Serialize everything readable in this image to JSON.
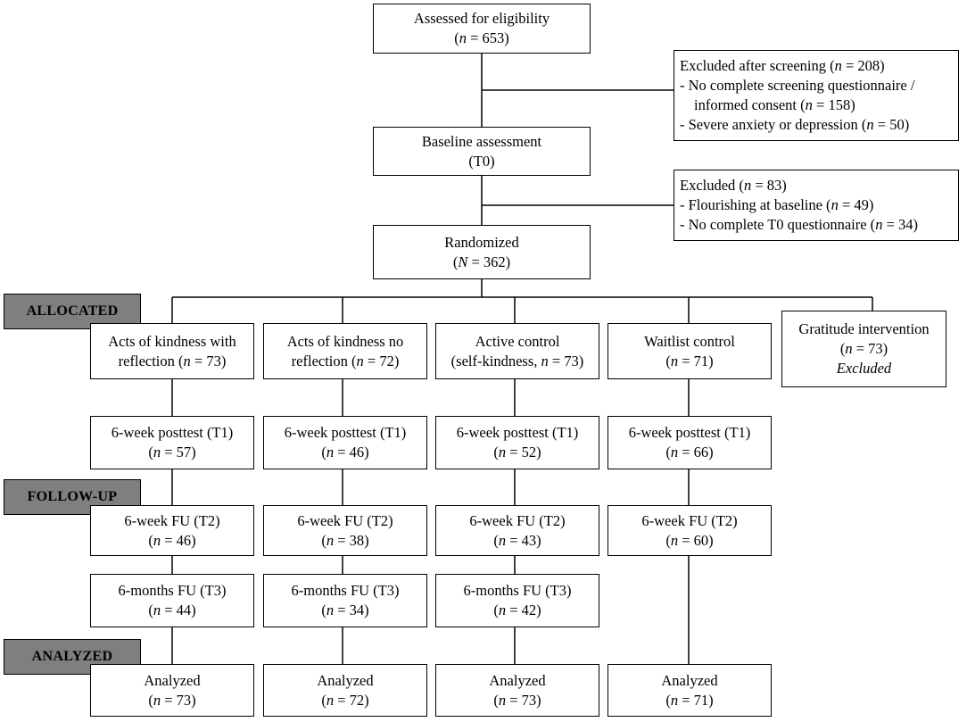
{
  "assessed": {
    "label": "Assessed for eligibility",
    "count": "(n = 653)"
  },
  "excluded_screening": {
    "title": "Excluded after screening (n = 208)",
    "reason_1a": "- No complete screening questionnaire /",
    "reason_1b": "informed consent (n = 158)",
    "reason_2": "- Severe anxiety or depression (n = 50)"
  },
  "baseline": {
    "label": "Baseline assessment",
    "sub": "(T0)"
  },
  "excluded_baseline": {
    "title": "Excluded  (n = 83)",
    "reason_1": "- Flourishing at baseline (n = 49)",
    "reason_2": "- No complete T0 questionnaire (n = 34)"
  },
  "randomized": {
    "label": "Randomized",
    "count": "(N = 362)"
  },
  "stages": {
    "allocated": "ALLOCATED",
    "followup": "FOLLOW-UP",
    "analyzed": "ANALYZED"
  },
  "groups": [
    {
      "alloc1": "Acts of kindness with",
      "alloc2": "reflection (n = 73)",
      "t1": "6-week posttest (T1)",
      "t1n": "(n = 57)",
      "t2": "6-week FU (T2)",
      "t2n": "(n = 46)",
      "t3": "6-months FU (T3)",
      "t3n": "(n = 44)",
      "an": "Analyzed",
      "ann": "(n = 73)"
    },
    {
      "alloc1": "Acts of kindness no",
      "alloc2": "reflection (n = 72)",
      "t1": "6-week posttest (T1)",
      "t1n": "(n = 46)",
      "t2": "6-week FU (T2)",
      "t2n": "(n = 38)",
      "t3": "6-months FU (T3)",
      "t3n": "(n = 34)",
      "an": "Analyzed",
      "ann": "(n = 72)"
    },
    {
      "alloc1": "Active control",
      "alloc2": "(self-kindness, n = 73)",
      "t1": "6-week posttest (T1)",
      "t1n": "(n = 52)",
      "t2": "6-week FU (T2)",
      "t2n": "(n = 43)",
      "t3": "6-months FU (T3)",
      "t3n": "(n = 42)",
      "an": "Analyzed",
      "ann": "(n = 73)"
    },
    {
      "alloc1": "Waitlist control",
      "alloc2": "(n = 71)",
      "t1": "6-week posttest (T1)",
      "t1n": "(n = 66)",
      "t2": "6-week FU (T2)",
      "t2n": "(n = 60)",
      "an": "Analyzed",
      "ann": "(n = 71)"
    }
  ],
  "gratitude": {
    "label": "Gratitude intervention",
    "count": "(n = 73)",
    "status": "Excluded"
  }
}
